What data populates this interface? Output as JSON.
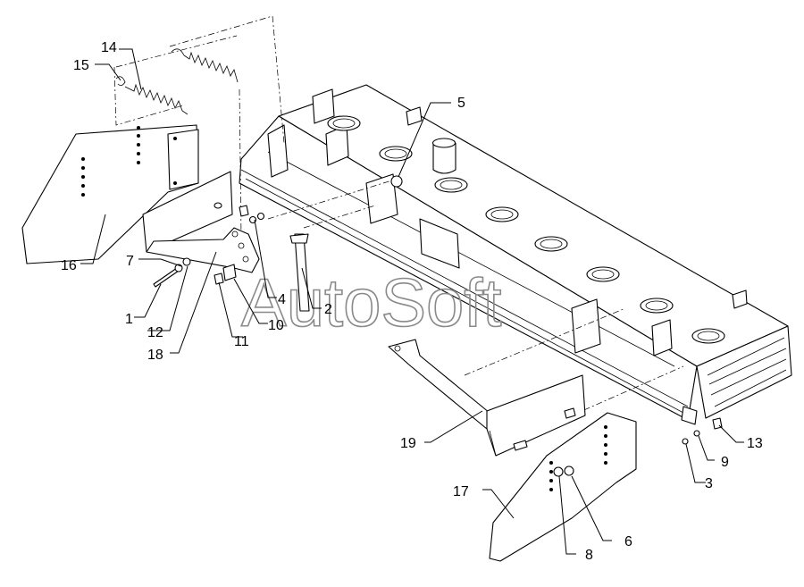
{
  "watermark": "AutoSoft",
  "callouts": [
    {
      "id": "p1",
      "text": "1"
    },
    {
      "id": "p2",
      "text": "2"
    },
    {
      "id": "p3",
      "text": "3"
    },
    {
      "id": "p4",
      "text": "4"
    },
    {
      "id": "p5",
      "text": "5"
    },
    {
      "id": "p6",
      "text": "6"
    },
    {
      "id": "p7",
      "text": "7"
    },
    {
      "id": "p8",
      "text": "8"
    },
    {
      "id": "p9",
      "text": "9"
    },
    {
      "id": "p10",
      "text": "10"
    },
    {
      "id": "p11",
      "text": "11"
    },
    {
      "id": "p12",
      "text": "12"
    },
    {
      "id": "p13",
      "text": "13"
    },
    {
      "id": "p14",
      "text": "14"
    },
    {
      "id": "p15",
      "text": "15"
    },
    {
      "id": "p16",
      "text": "16"
    },
    {
      "id": "p17",
      "text": "17"
    },
    {
      "id": "p18",
      "text": "18"
    },
    {
      "id": "p19",
      "text": "19"
    }
  ]
}
